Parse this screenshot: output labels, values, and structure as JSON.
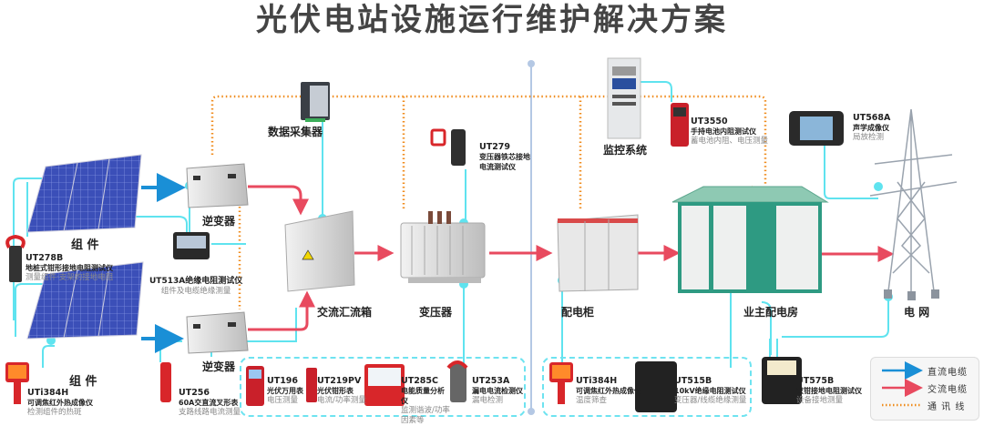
{
  "title": "光伏电站设施运行维护解决方案",
  "colors": {
    "dc_cable": "#1a8fd6",
    "ac_cable": "#e84a5f",
    "comm_line": "#f08c1e",
    "probe_line": "#5fe3ef",
    "divider": "#b4c8e4",
    "panel": "#3b4fb8",
    "green_house": "#2e9a82"
  },
  "equipment": {
    "data_collector": "数据采集器",
    "module_top": "组 件",
    "module_bottom": "组 件",
    "inverter_top": "逆变器",
    "inverter_bottom": "逆变器",
    "ac_combiner": "交流汇流箱",
    "transformer": "变压器",
    "monitoring": "监控系统",
    "switchgear": "配电柜",
    "owner_substation": "业主配电房",
    "grid": "电 网"
  },
  "instruments": [
    {
      "id": "ut278b",
      "model": "UT278B",
      "name": "地桩式钳形接地电阻测试仪",
      "desc": "测量组件·支架的接地电阻"
    },
    {
      "id": "ut513a",
      "model": "UT513A绝缘电阻测试仪",
      "name": "",
      "desc": "组件及电缆绝缘测量"
    },
    {
      "id": "uti384h_left",
      "model": "UTi384H",
      "name": "可调焦红外热成像仪",
      "desc": "检测组件的热斑"
    },
    {
      "id": "ut256",
      "model": "UT256",
      "name": "60A交直流叉形表",
      "desc": "支路线路电流测量"
    },
    {
      "id": "ut196",
      "model": "UT196",
      "name": "光伏万用表",
      "desc": "电压测量"
    },
    {
      "id": "ut219pv",
      "model": "UT219PV",
      "name": "光伏钳形表",
      "desc": "电流/功率测量"
    },
    {
      "id": "ut285c",
      "model": "UT285C",
      "name": "电能质量分析仪",
      "desc": "监测谐波/功率因素等"
    },
    {
      "id": "ut253a",
      "model": "UT253A",
      "name": "漏电电流检测仪",
      "desc": "漏电检测"
    },
    {
      "id": "ut279",
      "model": "UT279",
      "name": "变压器铁芯接地电流测试仪",
      "desc": ""
    },
    {
      "id": "ut3550",
      "model": "UT3550",
      "name": "手持电池内阻测试仪",
      "desc": "蓄电池内阻、电压测量"
    },
    {
      "id": "uti384h_right",
      "model": "UTi384H",
      "name": "可调焦红外热成像仪",
      "desc": "温度筛查"
    },
    {
      "id": "ut515b",
      "model": "UT515B",
      "name": "10kV绝缘电阻测试仪",
      "desc": "变压器/线缆绝缘测量"
    },
    {
      "id": "ut575b",
      "model": "UT575B",
      "name": "双钳接地电阻测试仪",
      "desc": "设备接地测量"
    },
    {
      "id": "ut568a",
      "model": "UT568A",
      "name": "声学成像仪",
      "desc": "局放检测"
    }
  ],
  "legend": [
    {
      "label": "直流电缆",
      "type": "dc"
    },
    {
      "label": "交流电缆",
      "type": "ac"
    },
    {
      "label": "通 讯 线",
      "type": "comm"
    }
  ]
}
